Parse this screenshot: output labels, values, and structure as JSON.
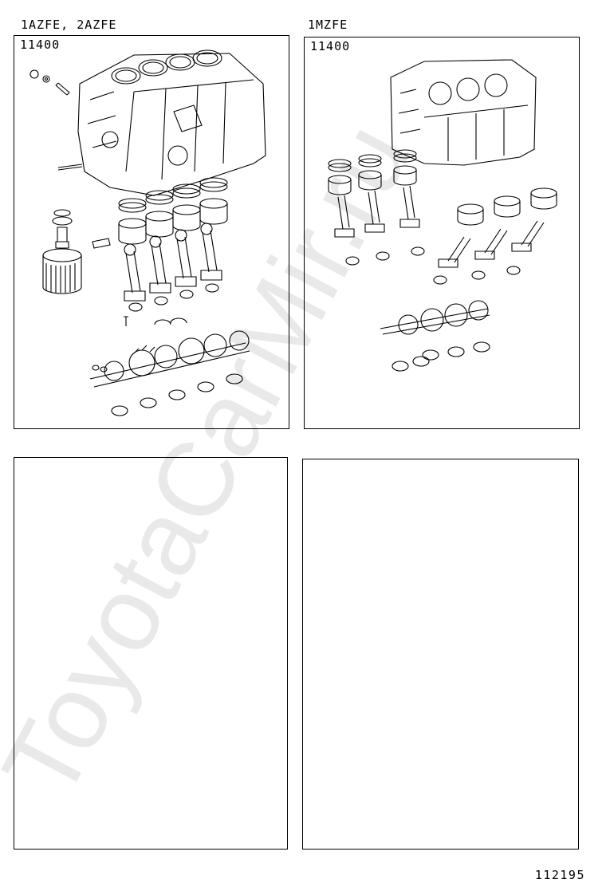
{
  "panels": {
    "top_left": {
      "engine_label": "1AZFE, 2AZFE",
      "part_number": "11400"
    },
    "top_right": {
      "engine_label": "1MZFE",
      "part_number": "11400"
    }
  },
  "watermark": "ToyotaCarMir.ru",
  "page_number": "112195",
  "colors": {
    "line": "#000000",
    "watermark": "#e6e6e6"
  }
}
